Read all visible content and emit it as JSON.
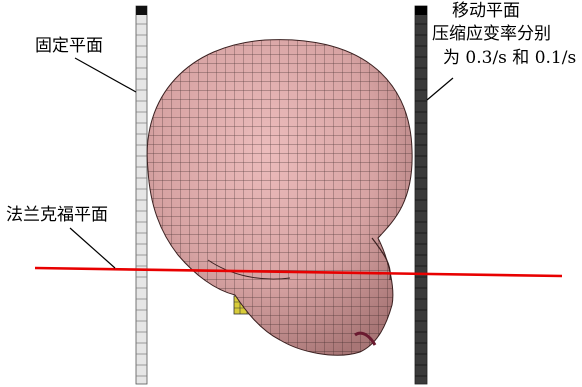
{
  "labels": {
    "fixed_plane": "固定平面",
    "moving_plane": "移动平面",
    "compression_rate_line1": "压缩应变率分别",
    "compression_rate_line2": "为 0.3/s 和 0.1/s",
    "frankfort_plane": "法兰克福平面"
  },
  "colors": {
    "fixed_plate": "#e6e6e6",
    "moving_plate": "#3a3a3a",
    "skull": "#d7a3a3",
    "mesh": "#2a1a1a",
    "frankfort_line": "#e80000",
    "neck": "#d8cc3a"
  }
}
